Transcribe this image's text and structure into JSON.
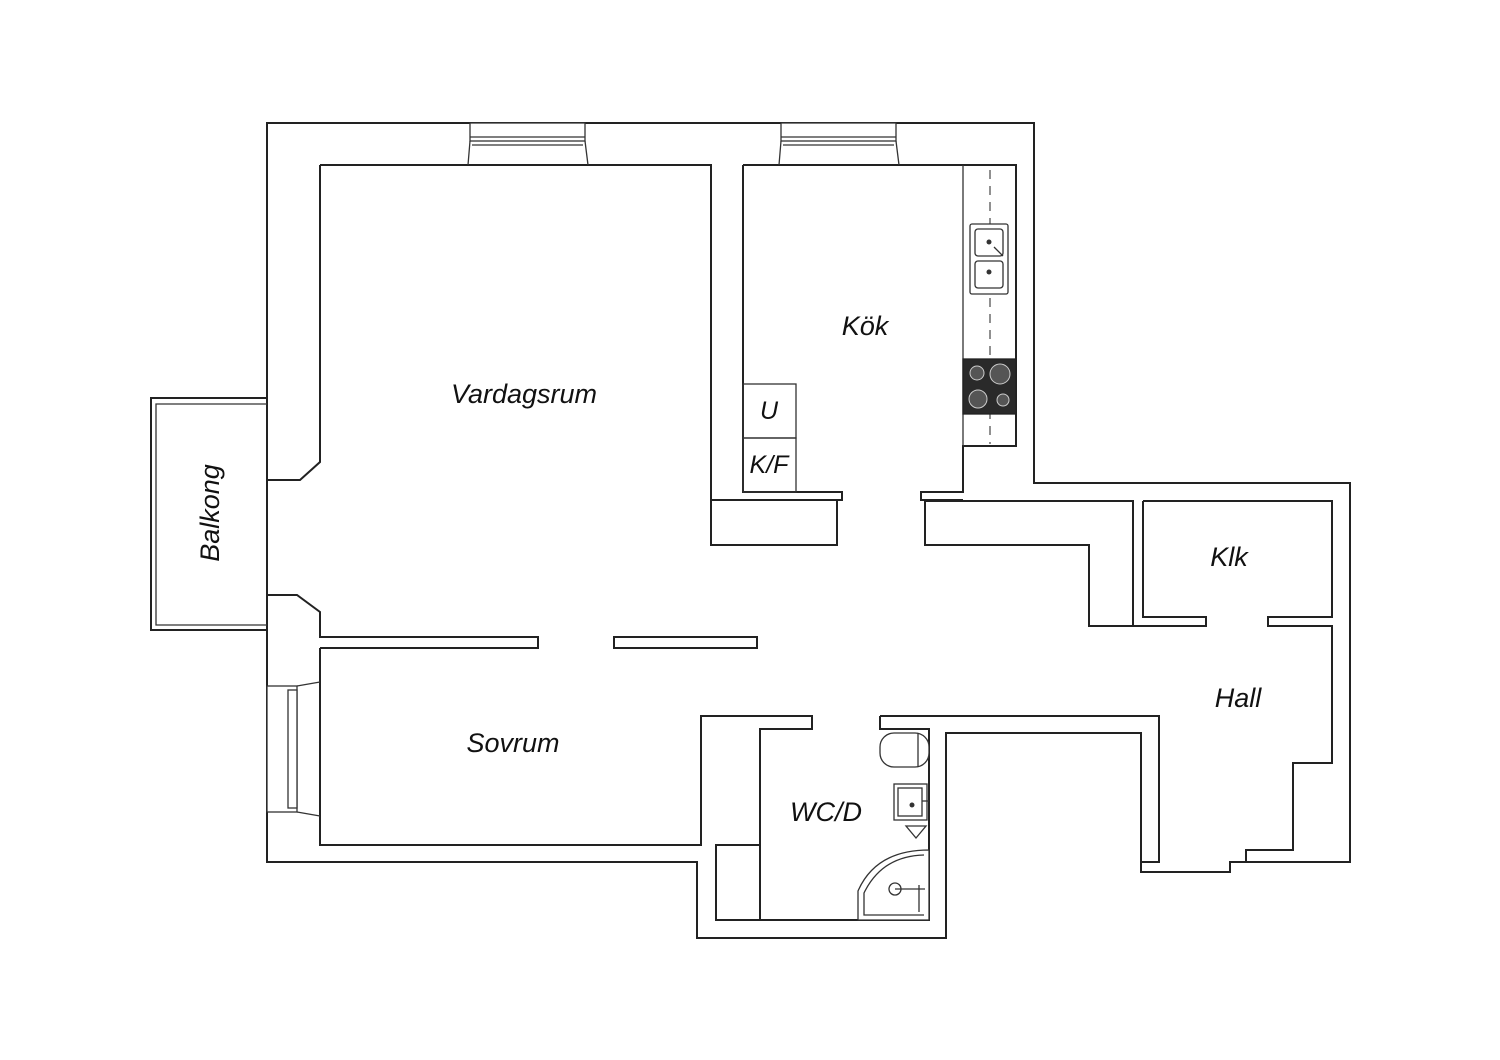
{
  "plan": {
    "rooms": {
      "vardagsrum": "Vardagsrum",
      "kok": "Kök",
      "sovrum": "Sovrum",
      "klk": "Klk",
      "hall": "Hall",
      "wc": "WC/D",
      "balkong": "Balkong"
    },
    "appliances": {
      "oven": "U",
      "fridge": "K/F"
    },
    "colors": {
      "line": "#222222",
      "stove": "#2a2a2a",
      "background": "#ffffff"
    }
  }
}
